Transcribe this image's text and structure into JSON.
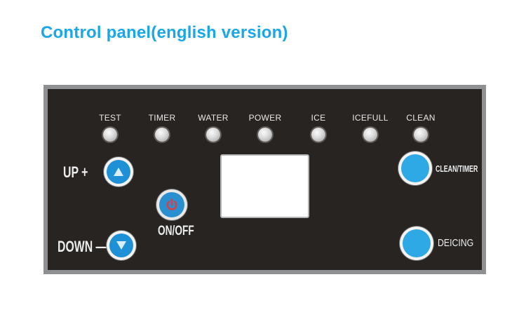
{
  "title": "Control panel(english version)",
  "indicators": [
    {
      "label": "TEST"
    },
    {
      "label": "TIMER"
    },
    {
      "label": "WATER"
    },
    {
      "label": "POWER"
    },
    {
      "label": "ICE"
    },
    {
      "label": "ICEFULL"
    },
    {
      "label": "CLEAN"
    }
  ],
  "buttons": {
    "up_label": "UP +",
    "down_label": "DOWN —",
    "onoff_label": "ON/OFF",
    "clean_timer_label": "CLEAN/TIMER",
    "deicing_label": "DEICING"
  },
  "colors": {
    "title": "#1aa7e8",
    "panel": "#282422",
    "button_blue": "#1e90d6",
    "power_red": "#e23b3b"
  }
}
